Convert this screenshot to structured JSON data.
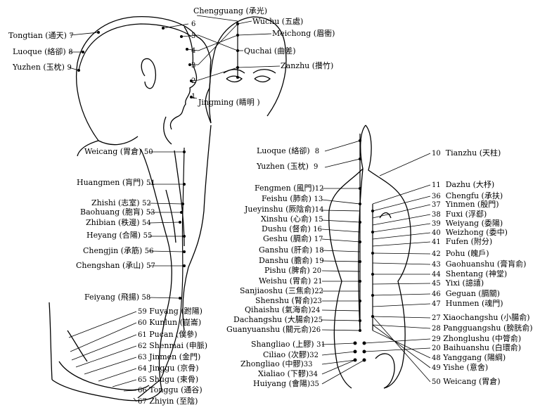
{
  "head_points": [
    {
      "id": "1",
      "name": "Jingming (睛明 )",
      "side": "right"
    },
    {
      "id": "2",
      "name": "Zanzhu (攢竹)",
      "side": "right"
    },
    {
      "id": "3",
      "name": "Quchai (曲差)",
      "side": "right"
    },
    {
      "id": "4",
      "name": "Meichong (眉衝)",
      "side": "right"
    },
    {
      "id": "5",
      "name": "Wuchu (五處)",
      "side": "right"
    },
    {
      "id": "6",
      "name": "Chengguang (承光)",
      "side": "top"
    },
    {
      "id": "7",
      "name": "Tongtian (通天)",
      "side": "left"
    },
    {
      "id": "8",
      "name": "Luoque (絡卻)",
      "side": "left"
    },
    {
      "id": "9",
      "name": "Yuzhen (玉枕)",
      "side": "left"
    }
  ],
  "leg_points": [
    {
      "id": "50",
      "name": "Weicang (胃倉)"
    },
    {
      "id": "51",
      "name": "Huangmen (肓門)"
    },
    {
      "id": "52",
      "name": "Zhishi (志室)"
    },
    {
      "id": "53",
      "name": "Baohuang (胞肓)"
    },
    {
      "id": "54",
      "name": "Zhibian (秩邊)"
    },
    {
      "id": "55",
      "name": "Heyang (合陽)"
    },
    {
      "id": "56",
      "name": "Chengjin (承筋)"
    },
    {
      "id": "57",
      "name": "Chengshan (承山)"
    },
    {
      "id": "58",
      "name": "Feiyang (飛揚)"
    }
  ],
  "foot_points": [
    {
      "id": "59",
      "name": "Fuyang (跗陽)"
    },
    {
      "id": "60",
      "name": "Kunlun (崑崙)"
    },
    {
      "id": "61",
      "name": "Pucan (僕參)"
    },
    {
      "id": "62",
      "name": "Shenmai (申脈)"
    },
    {
      "id": "63",
      "name": "Jinmen (金門)"
    },
    {
      "id": "64",
      "name": "Jinggu (京骨)"
    },
    {
      "id": "65",
      "name": "Shugu (束骨)"
    },
    {
      "id": "66",
      "name": "Tonggu (通谷)"
    },
    {
      "id": "67",
      "name": "Zhiyin (至陰)"
    }
  ],
  "back_left_points": [
    {
      "id": "8",
      "name": "Luoque (絡卻)"
    },
    {
      "id": "9",
      "name": "Yuzhen (玉枕)"
    },
    {
      "id": "12",
      "name": "Fengmen (風門)"
    },
    {
      "id": "13",
      "name": "Feishu (肺俞)"
    },
    {
      "id": "14",
      "name": "Jueyinshu (厥陰俞)"
    },
    {
      "id": "15",
      "name": "Xinshu (心俞)"
    },
    {
      "id": "16",
      "name": "Dushu (督俞)"
    },
    {
      "id": "17",
      "name": "Geshu (膈俞)"
    },
    {
      "id": "18",
      "name": "Ganshu (肝俞)"
    },
    {
      "id": "19",
      "name": "Danshu (膽俞)"
    },
    {
      "id": "20",
      "name": "Pishu (脾俞)"
    },
    {
      "id": "21",
      "name": "Weishu (胃俞)"
    },
    {
      "id": "22",
      "name": "Sanjiaoshu (三焦俞)"
    },
    {
      "id": "23",
      "name": "Shenshu (腎俞)"
    },
    {
      "id": "24",
      "name": "Qihaishu (氣海俞)"
    },
    {
      "id": "25",
      "name": "Dachangshu (大腸俞)"
    },
    {
      "id": "26",
      "name": "Guanyuanshu (關元俞)"
    },
    {
      "id": "31",
      "name": "Shangliao (上髎)"
    },
    {
      "id": "32",
      "name": "Ciliao (次髎)"
    },
    {
      "id": "33",
      "name": "Zhongliao (中髎)"
    },
    {
      "id": "34",
      "name": "Xialiao (下髎)"
    },
    {
      "id": "35",
      "name": "Huiyang (會陽)"
    }
  ],
  "back_right_points": [
    {
      "id": "10",
      "name": "Tianzhu (天柱)"
    },
    {
      "id": "11",
      "name": "Dazhu (大杼)"
    },
    {
      "id": "36",
      "name": "Chengfu (承扶)"
    },
    {
      "id": "37",
      "name": "Yinmen (殷門)"
    },
    {
      "id": "38",
      "name": "Fuxi (浮郄)"
    },
    {
      "id": "39",
      "name": "Weiyang (委陽)"
    },
    {
      "id": "40",
      "name": "Weizhong (委中)"
    },
    {
      "id": "41",
      "name": "Fufen (附分)"
    },
    {
      "id": "42",
      "name": "Pohu (魄戶)"
    },
    {
      "id": "43",
      "name": "Gaohuanshu (膏肓俞)"
    },
    {
      "id": "44",
      "name": "Shentang (神堂)"
    },
    {
      "id": "45",
      "name": "Yixi (譩譆)"
    },
    {
      "id": "46",
      "name": "Geguan (膈關)"
    },
    {
      "id": "47",
      "name": "Hunmen (魂門)"
    },
    {
      "id": "27",
      "name": "Xiaochangshu (小腸俞)"
    },
    {
      "id": "28",
      "name": "Pangguangshu (膀胱俞)"
    },
    {
      "id": "29",
      "name": "Zhonglushu (中膂俞)"
    },
    {
      "id": "20",
      "name": "Baihuanshu (白環俞)"
    },
    {
      "id": "48",
      "name": "Yanggang (陽綱)"
    },
    {
      "id": "49",
      "name": "Yishe (意舍)"
    },
    {
      "id": "50",
      "name": "Weicang (胃倉)"
    }
  ]
}
